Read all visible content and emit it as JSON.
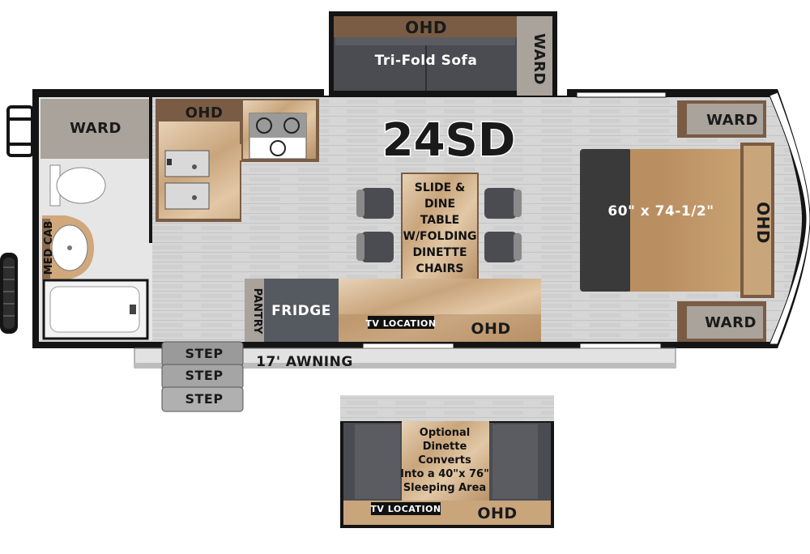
{
  "model": "24SD",
  "labels": {
    "ohd_slide": "OHD",
    "ward_slide": "WARD",
    "sofa": "Tri-Fold Sofa",
    "ward_front_left": "WARD",
    "ohd_kitchen": "OHD",
    "med_cab": "MED CAB",
    "table_1": "SLIDE &",
    "table_2": "DINE",
    "table_3": "TABLE",
    "table_4": "W/FOLDING",
    "table_5": "DINETTE",
    "table_6": "CHAIRS",
    "bed_size": "60\" x 74-1/2\"",
    "bed_ohd": "OHD",
    "ward_rear_top": "WARD",
    "ward_rear_bottom": "WARD",
    "pantry": "PANTRY",
    "fridge": "FRIDGE",
    "tv_location": "TV LOCATION",
    "ohd_entry": "OHD",
    "step_1": "STEP",
    "step_2": "STEP",
    "step_3": "STEP",
    "awning": "17' AWNING"
  },
  "optional": {
    "line_1": "Optional",
    "line_2": "Dinette",
    "line_3": "Converts",
    "line_4": "Into a 40\"x 76\"",
    "line_5": "Sleeping Area",
    "tv_location": "TV LOCATION",
    "ohd": "OHD"
  },
  "colors": {
    "wall": "#141414",
    "floor": "#d4d4d4",
    "wood_dark": "#7a5c44",
    "wood_light": "#c9a57c",
    "cabinet_grey": "#a9a39b",
    "sofa": "#4a4c52",
    "fridge": "#555a60",
    "bed_blanket": "#3a3a3a"
  }
}
